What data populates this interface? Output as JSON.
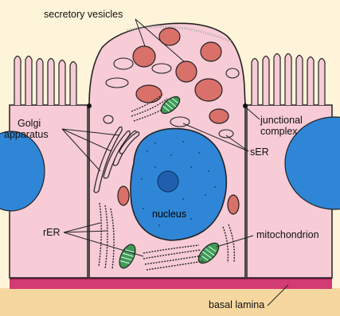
{
  "labels": {
    "secretory_vesicles": "secretory vesicles",
    "golgi_line1": "Golgi",
    "golgi_line2": "apparatus",
    "junctional_line1": "junctional",
    "junctional_line2": "complex",
    "ser": "sER",
    "nucleus": "nucleus",
    "rer": "rER",
    "mitochondrion": "mitochondrion",
    "basal_lamina": "basal lamina"
  },
  "colors": {
    "background": "#fdf4d9",
    "cytoplasm": "#f7ccd6",
    "outline": "#222222",
    "nucleus": "#2f86d6",
    "nucleolus": "#1f5fae",
    "vesicle": "#d9706a",
    "mitochondrion": "#3f9a56",
    "basal_lamina": "#d23b73",
    "neighbor_nucleus": "#2f86d6"
  }
}
